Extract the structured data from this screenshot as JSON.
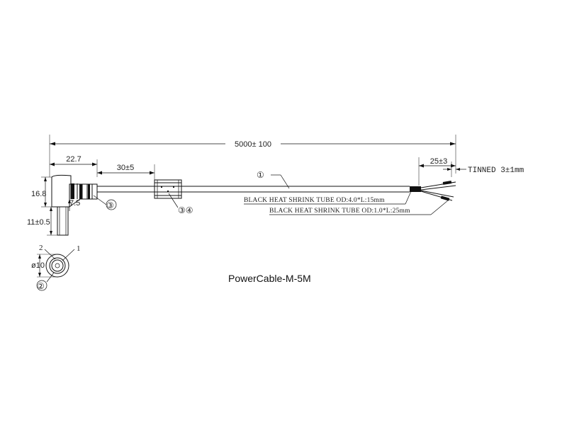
{
  "drawing": {
    "title": "PowerCable-M-5M",
    "dimensions": {
      "overall_length": "5000± 100",
      "plug_length": "22.7",
      "ferrite_offset": "30±5",
      "strip_length": "25±3",
      "plug_height": "16.8",
      "boot_offset": "7.5",
      "pin_length": "11±0.5",
      "plug_diameter": "ø10"
    },
    "tinned_note": "TINNED 3±1mm",
    "heat_shrink_notes": [
      "BLACK HEAT SHRINK TUBE OD:4.0*L:15mm",
      "BLACK HEAT SHRINK TUBE OD:1.0*L:25mm"
    ],
    "callouts": {
      "cable": "①",
      "plug_boot": "③",
      "ferrite": "③④",
      "plug_face": "②"
    },
    "pin_labels": [
      "2",
      "1"
    ]
  }
}
